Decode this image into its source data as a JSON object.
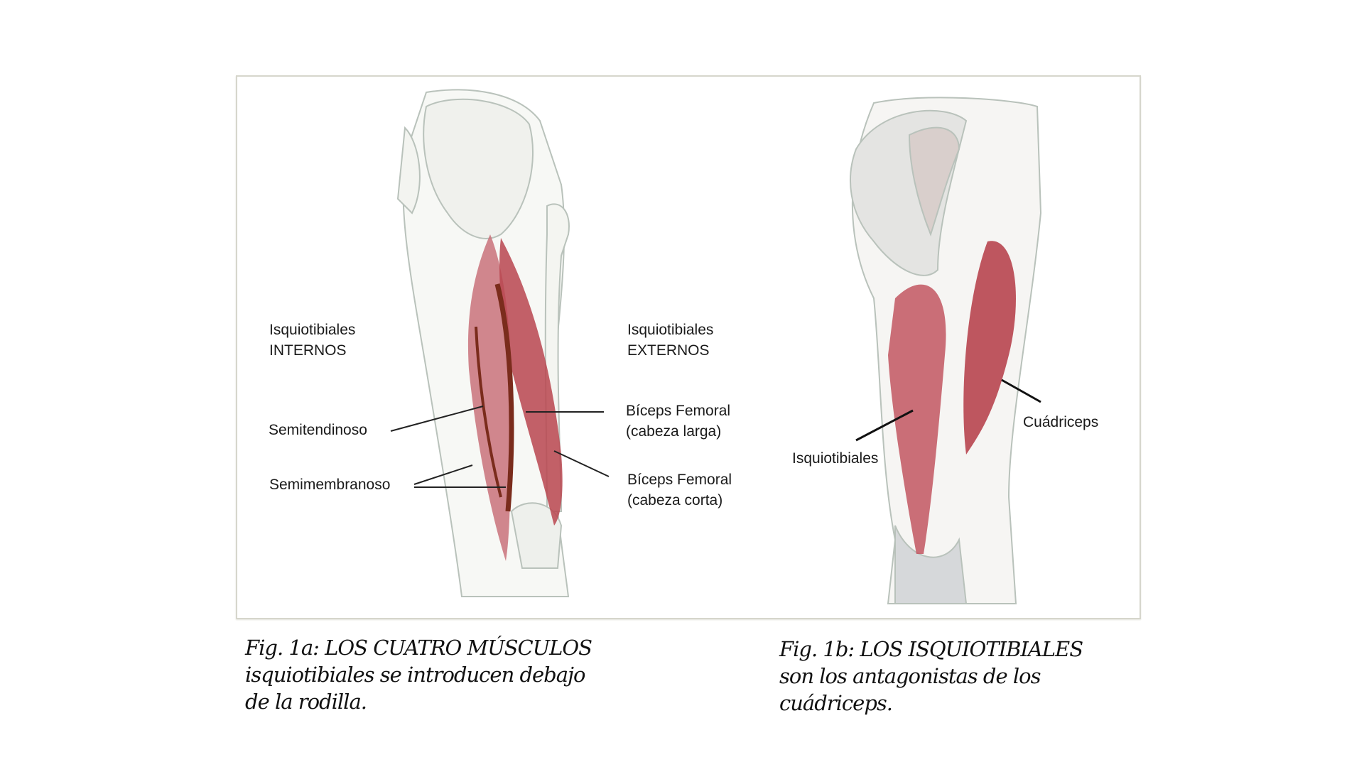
{
  "figure": {
    "left_labels": {
      "internos": [
        "Isquiotibiales",
        "INTERNOS"
      ],
      "externos": [
        "Isquiotibiales",
        "EXTERNOS"
      ],
      "semitendinoso": "Semitendinoso",
      "semimembranoso": "Semimembranoso",
      "biceps_larga": [
        "Bíceps Femoral",
        "(cabeza larga)"
      ],
      "biceps_corta": [
        "Bíceps Femoral",
        "(cabeza corta)"
      ]
    },
    "right_labels": {
      "isquiotibiales": "Isquiotibiales",
      "cuadriceps": "Cuádriceps"
    },
    "colors": {
      "muscle": "#b8454f",
      "muscle_dark": "#7a2c1c",
      "bone": "#f2f2ee",
      "outline": "#b9c2bb"
    }
  },
  "captions": {
    "fig1a": [
      "Fig. 1a: LOS CUATRO MÚSCULOS",
      "isquiotibiales se introducen debajo",
      "de la rodilla."
    ],
    "fig1b": [
      "Fig. 1b: LOS ISQUIOTIBIALES",
      "son los antagonistas de los",
      "cuádriceps."
    ]
  }
}
